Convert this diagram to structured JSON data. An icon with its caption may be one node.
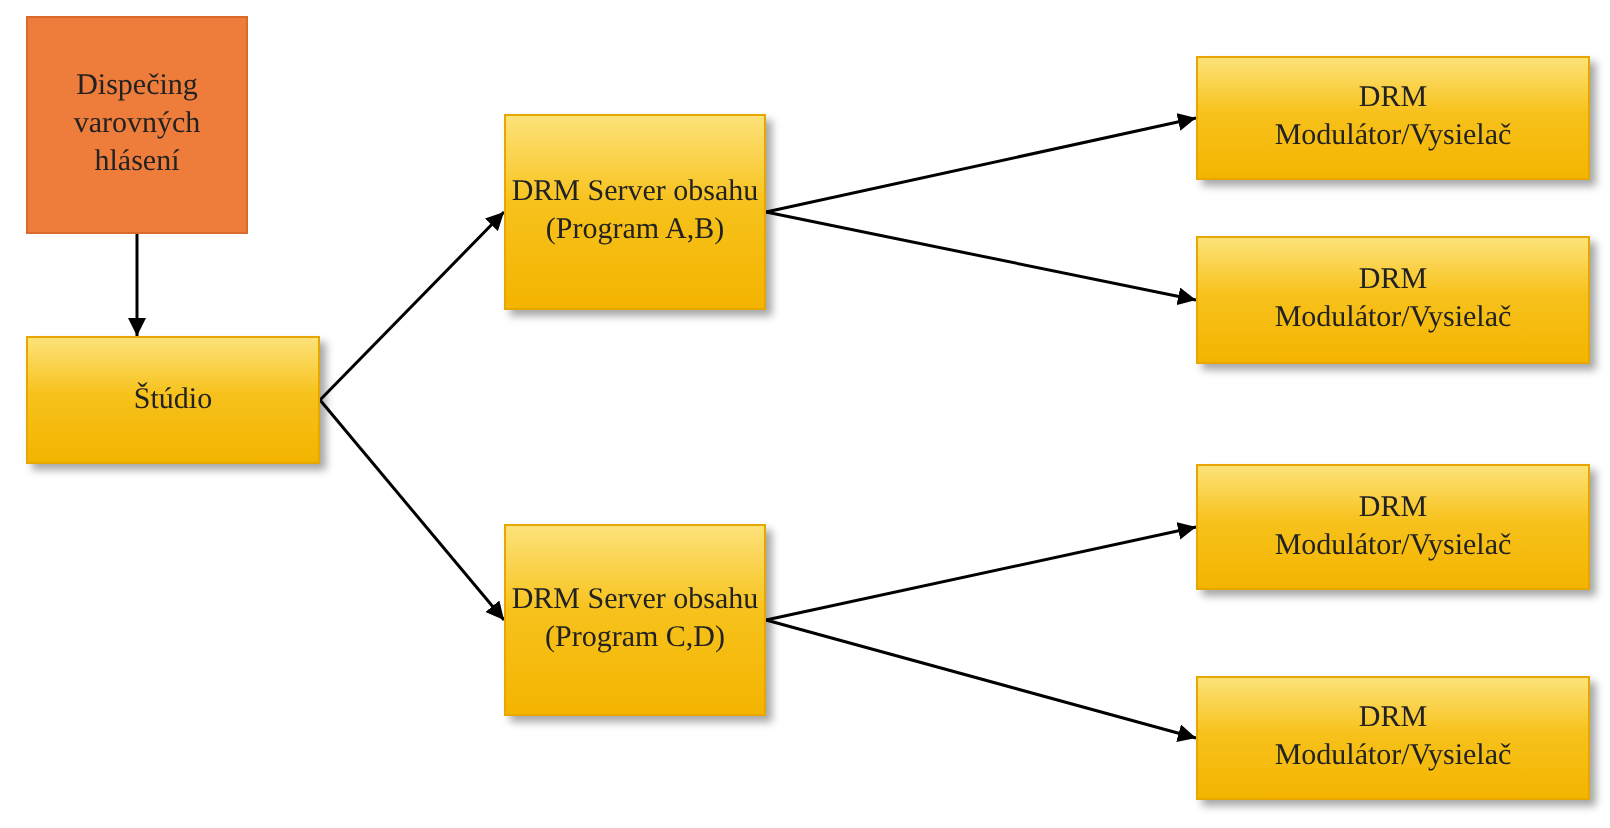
{
  "diagram": {
    "nodes": [
      {
        "text": [
          "Dispečing varovných hlásení"
        ]
      },
      {
        "text": [
          "Štúdio"
        ]
      },
      {
        "text": [
          "DRM Server obsahu (Program A,B)"
        ]
      },
      {
        "text": [
          "DRM Server obsahu (Program C,D)"
        ]
      },
      {
        "text": [
          "DRM Modulátor/Vysielač"
        ]
      },
      {
        "text": [
          "DRM Modulátor/Vysielač"
        ]
      },
      {
        "text": [
          "DRM Modulátor/Vysielač"
        ]
      },
      {
        "text": [
          "DRM Modulátor/Vysielač"
        ]
      }
    ],
    "edges": [
      {
        "from": 0,
        "to": 1,
        "arrow": "to"
      },
      {
        "from": 1,
        "to": 2,
        "arrow": "to"
      },
      {
        "from": 1,
        "to": 3,
        "arrow": "to"
      },
      {
        "from": 2,
        "to": 4,
        "arrow": "to"
      },
      {
        "from": 2,
        "to": 5,
        "arrow": "to"
      },
      {
        "from": 3,
        "to": 6,
        "arrow": "to"
      },
      {
        "from": 3,
        "to": 7,
        "arrow": "to"
      }
    ]
  }
}
